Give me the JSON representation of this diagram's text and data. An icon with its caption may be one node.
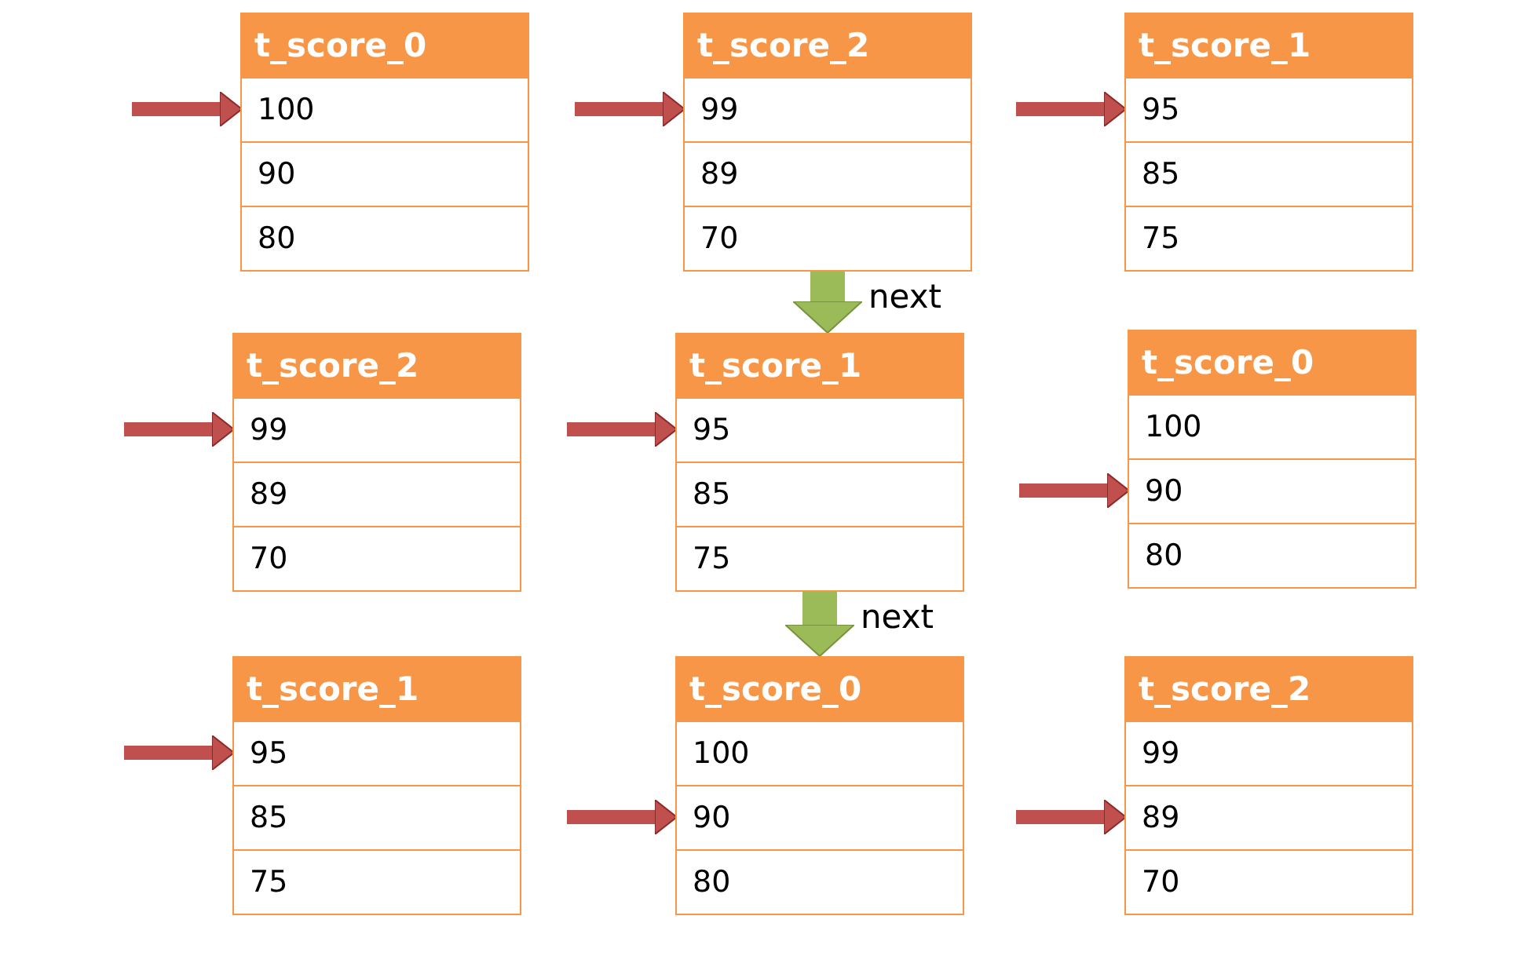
{
  "diagram": {
    "nodes": [
      {
        "text": [
          "t_score_0"
        ]
      },
      {
        "text": [
          "100"
        ],
        "in": 0
      },
      {
        "text": [
          "90"
        ],
        "in": 0
      },
      {
        "text": [
          "80"
        ],
        "in": 0
      },
      {
        "text": [
          "t_score_2"
        ]
      },
      {
        "text": [
          "99"
        ],
        "in": 4
      },
      {
        "text": [
          "89"
        ],
        "in": 4
      },
      {
        "text": [
          "70"
        ],
        "in": 4
      },
      {
        "text": [
          "t_score_1"
        ]
      },
      {
        "text": [
          "95"
        ],
        "in": 8
      },
      {
        "text": [
          "85"
        ],
        "in": 8
      },
      {
        "text": [
          "75"
        ],
        "in": 8
      },
      {
        "text": [
          "t_score_2"
        ]
      },
      {
        "text": [
          "99"
        ],
        "in": 12
      },
      {
        "text": [
          "89"
        ],
        "in": 12
      },
      {
        "text": [
          "70"
        ],
        "in": 12
      },
      {
        "text": [
          "t_score_1"
        ]
      },
      {
        "text": [
          "95"
        ],
        "in": 16
      },
      {
        "text": [
          "85"
        ],
        "in": 16
      },
      {
        "text": [
          "75"
        ],
        "in": 16
      },
      {
        "text": [
          "t_score_0"
        ]
      },
      {
        "text": [
          "100"
        ],
        "in": 20
      },
      {
        "text": [
          "90"
        ],
        "in": 20
      },
      {
        "text": [
          "80"
        ],
        "in": 20
      },
      {
        "text": [
          "t_score_1"
        ]
      },
      {
        "text": [
          "95"
        ],
        "in": 24
      },
      {
        "text": [
          "85"
        ],
        "in": 24
      },
      {
        "text": [
          "75"
        ],
        "in": 24
      },
      {
        "text": [
          "t_score_0"
        ]
      },
      {
        "text": [
          "100"
        ],
        "in": 28
      },
      {
        "text": [
          "90"
        ],
        "in": 28
      },
      {
        "text": [
          "80"
        ],
        "in": 28
      },
      {
        "text": [
          "t_score_2"
        ]
      },
      {
        "text": [
          "99"
        ],
        "in": 32
      },
      {
        "text": [
          "89"
        ],
        "in": 32
      },
      {
        "text": [
          "70"
        ],
        "in": 32
      }
    ],
    "edges": [
      {
        "from": null,
        "to": 1,
        "arrow": "to"
      },
      {
        "from": null,
        "to": 5,
        "arrow": "to"
      },
      {
        "from": null,
        "to": 9,
        "arrow": "to"
      },
      {
        "from": 4,
        "to": 16,
        "arrow": "to",
        "label": "next",
        "style": "thick",
        "color": "#9bbb59"
      },
      {
        "from": null,
        "to": 13,
        "arrow": "to"
      },
      {
        "from": null,
        "to": 17,
        "arrow": "to"
      },
      {
        "from": null,
        "to": 22,
        "arrow": "to"
      },
      {
        "from": 16,
        "to": 28,
        "arrow": "to",
        "label": "next",
        "style": "thick",
        "color": "#9bbb59"
      },
      {
        "from": null,
        "to": 25,
        "arrow": "to"
      },
      {
        "from": null,
        "to": 30,
        "arrow": "to"
      },
      {
        "from": null,
        "to": 34,
        "arrow": "to"
      }
    ]
  }
}
